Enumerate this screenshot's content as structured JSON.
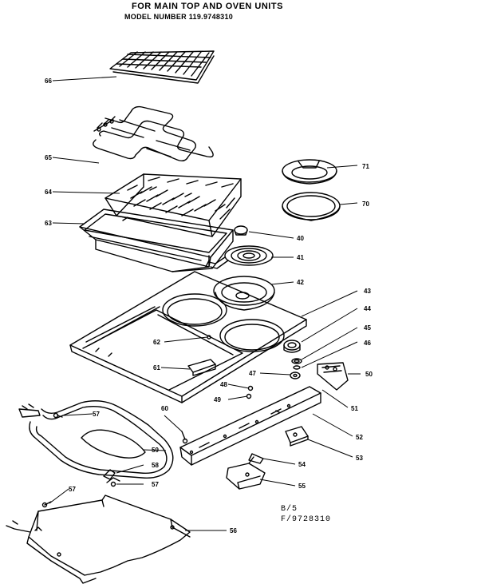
{
  "header": {
    "title": "FOR MAIN TOP AND OVEN UNITS",
    "model": "MODEL NUMBER 119.9748310"
  },
  "footer": {
    "sheet": "B/5",
    "figure": "F/9728310"
  },
  "callouts": [
    "66",
    "65",
    "64",
    "63",
    "40",
    "41",
    "42",
    "43",
    "44",
    "45",
    "46",
    "47",
    "48",
    "49",
    "50",
    "51",
    "52",
    "53",
    "54",
    "55",
    "56",
    "57",
    "58",
    "59",
    "60",
    "61",
    "62",
    "70",
    "71"
  ],
  "parts": [
    "broil-rack",
    "broil-element",
    "broil-pan-insert",
    "broil-pan",
    "surface-burner-element",
    "drip-pan",
    "main-top",
    "oven-bake-element",
    "oven-bottom-panel",
    "control-panel-strip",
    "trim-ring",
    "burner-bowl"
  ]
}
